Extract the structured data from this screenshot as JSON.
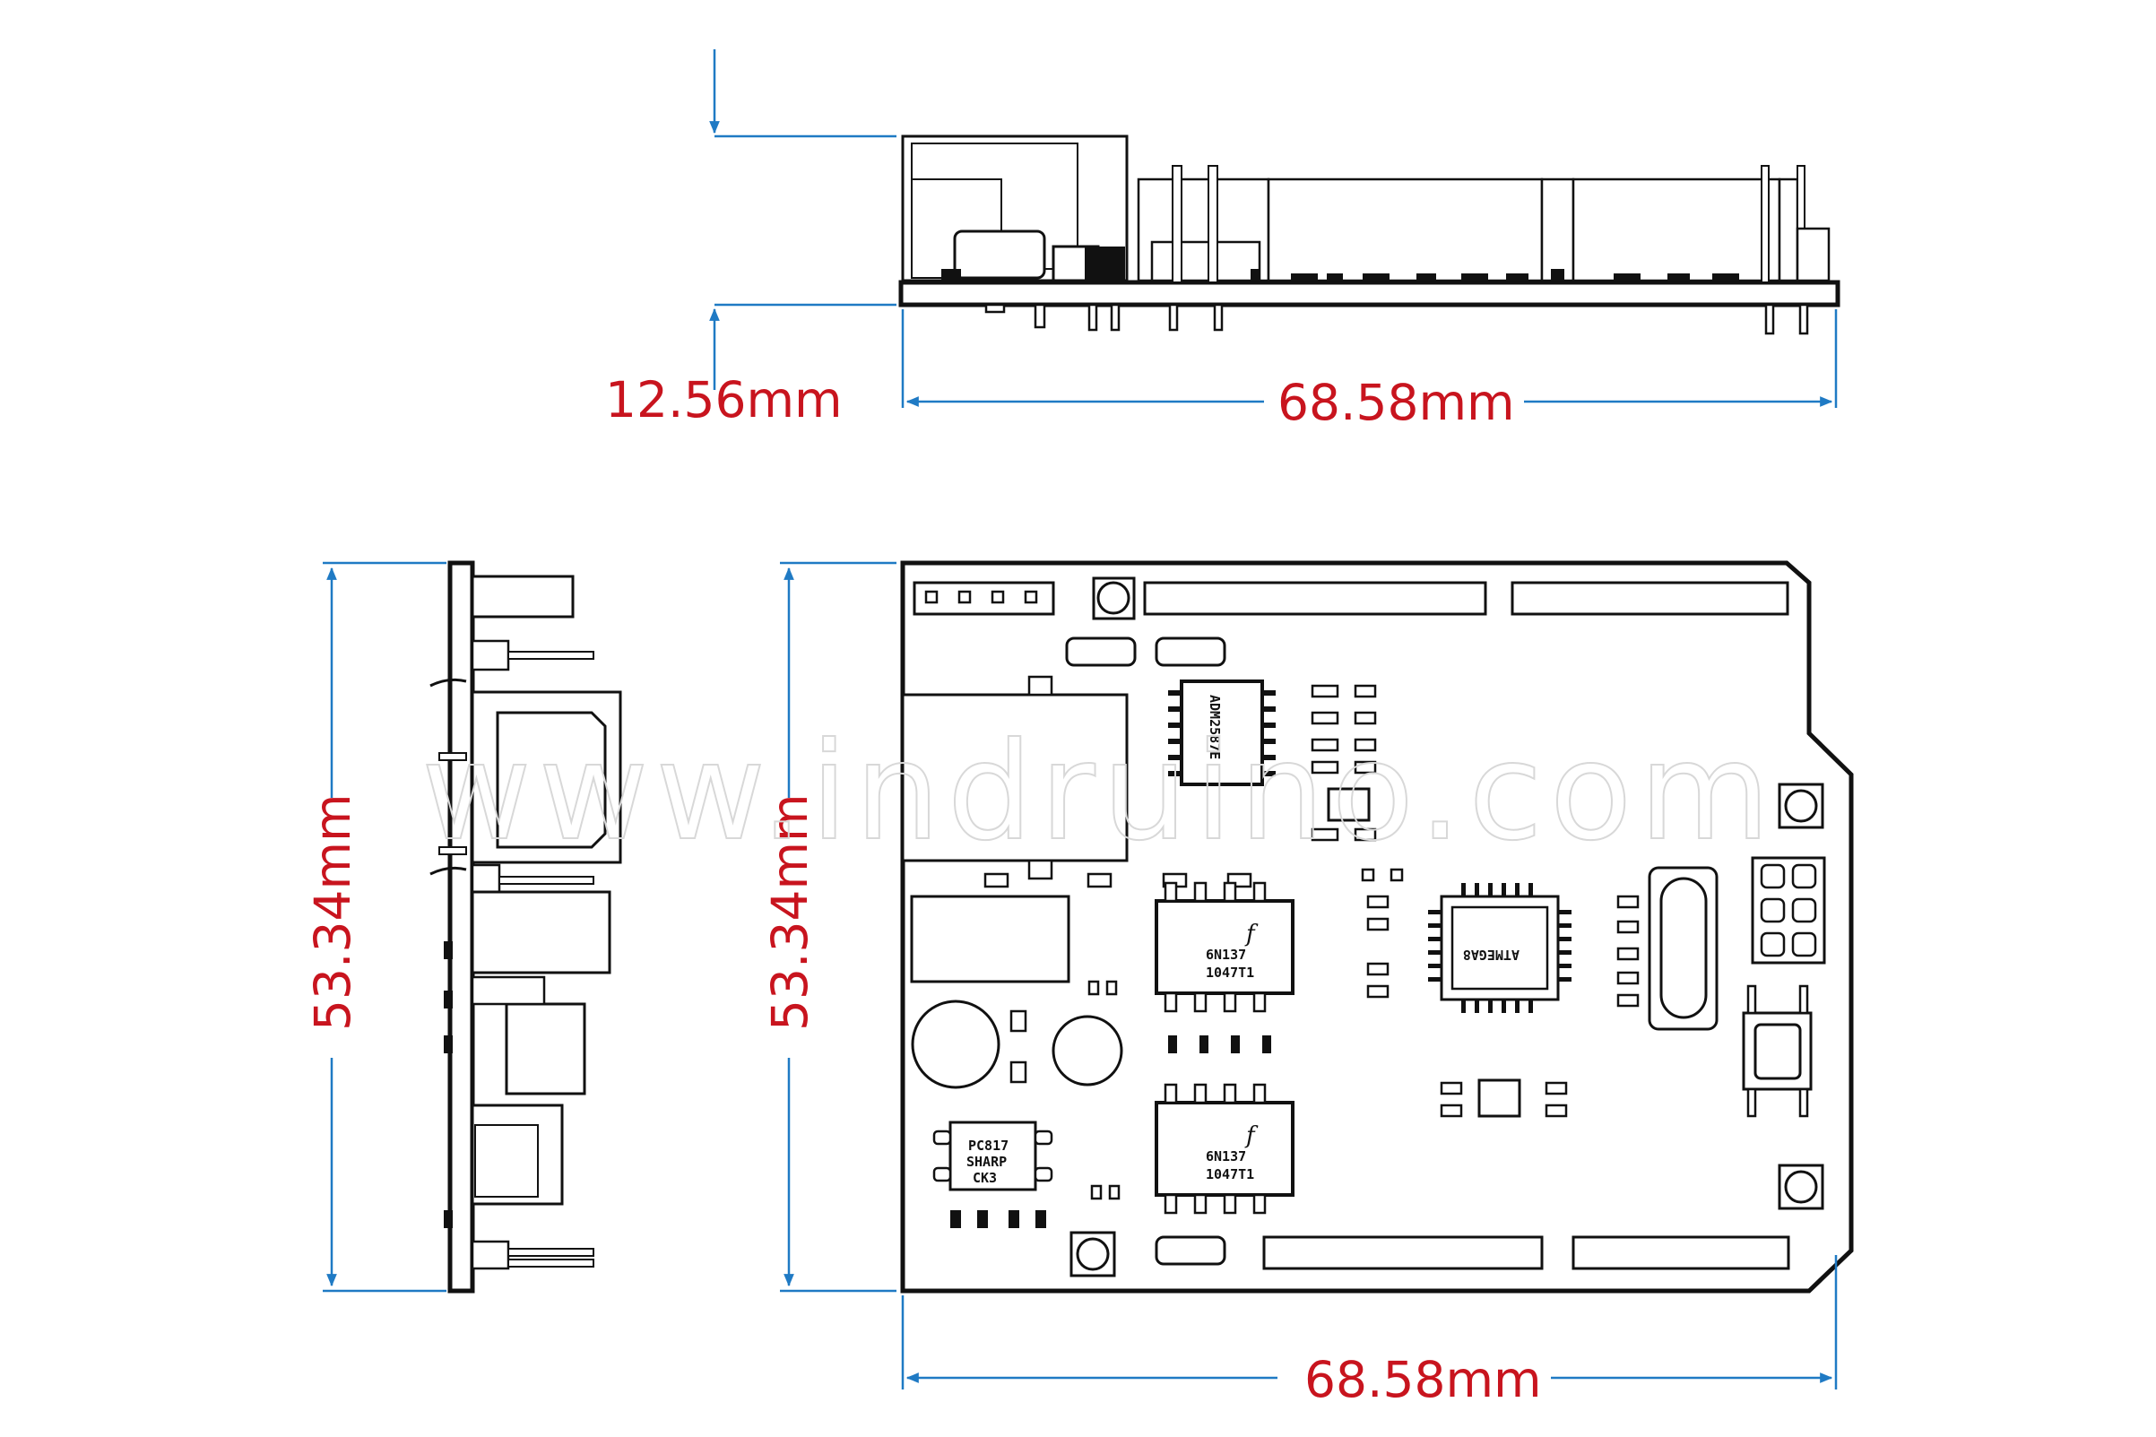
{
  "dimensions": {
    "height_side": "12.56mm",
    "length_side": "68.58mm",
    "width_front": "53.34mm",
    "width_top": "53.34mm",
    "length_top": "68.58mm"
  },
  "watermark": "www.indruino.com",
  "components": {
    "optocoupler_1": {
      "line1": "6N137",
      "line2": "1047T1"
    },
    "optocoupler_2": {
      "line1": "6N137",
      "line2": "1047T1"
    },
    "optocoupler_pc817": {
      "line1": "PC817",
      "line2": "SHARP",
      "line3": "CK3"
    },
    "mcu": {
      "label": "ATMEGA8"
    },
    "rs485_chip": {
      "label": "ADM2587E"
    }
  },
  "colors": {
    "dimension_text": "#c8141e",
    "dimension_line": "#1f7ac4",
    "outline": "#111111",
    "watermark": "#d8d8d8"
  }
}
